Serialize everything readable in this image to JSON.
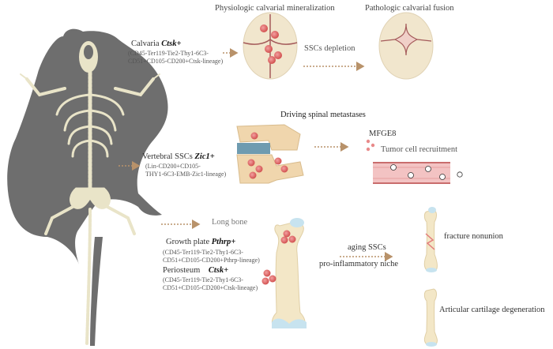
{
  "calvaria": {
    "label": "Calvaria",
    "gene": "Ctsk+",
    "markers_line1": "(CD45-Ter119-Tie2-Thy1-6C3-",
    "markers_line2": "CD51+CD105-CD200+Ctsk-lineage)",
    "physiologic": "Physiologic calvarial mineralization",
    "pathologic": "Pathologic calvarial fusion",
    "transition": "SSCs depletion"
  },
  "vertebral": {
    "label": "Vertebral SSCs",
    "gene": "Zic1+",
    "markers_line1": "(Lin-CD200+CD105-",
    "markers_line2": "THY1-6C3-EMB-Zic1-lineage)",
    "heading": "Driving spinal metastases",
    "factor": "MFGE8",
    "outcome": "Tumor cell recruitment"
  },
  "long_bone": {
    "heading": "Long bone",
    "growth_plate_label": "Growth plate",
    "growth_plate_gene": "Pthrp+",
    "gp_markers_line1": "(CD45-Ter119-Tie2-Thy1-6C3-",
    "gp_markers_line2": "CD51+CD105-CD200+Pthrp-lineage)",
    "periosteum_label": "Periosteum",
    "periosteum_gene": "Ctsk+",
    "po_markers_line1": "(CD45-Ter119-Tie2-Thy1-6C3-",
    "po_markers_line2": "CD51+CD105-CD200+Ctsk-lineage)",
    "aging_line1": "aging SSCs",
    "aging_line2": "pro-inflammatory niche",
    "outcome_fracture": "fracture nonunion",
    "outcome_cartilage": "Articular cartilage degeneration"
  },
  "colors": {
    "mouse_fill": "#6e6e6e",
    "skeleton": "#e9e4c8",
    "arrow": "#b8926a",
    "ssc_cell": "#e06a6a",
    "bone": "#f3e7c7",
    "cartilage": "#c7e3ef",
    "vessel": "#f3c3c3"
  }
}
